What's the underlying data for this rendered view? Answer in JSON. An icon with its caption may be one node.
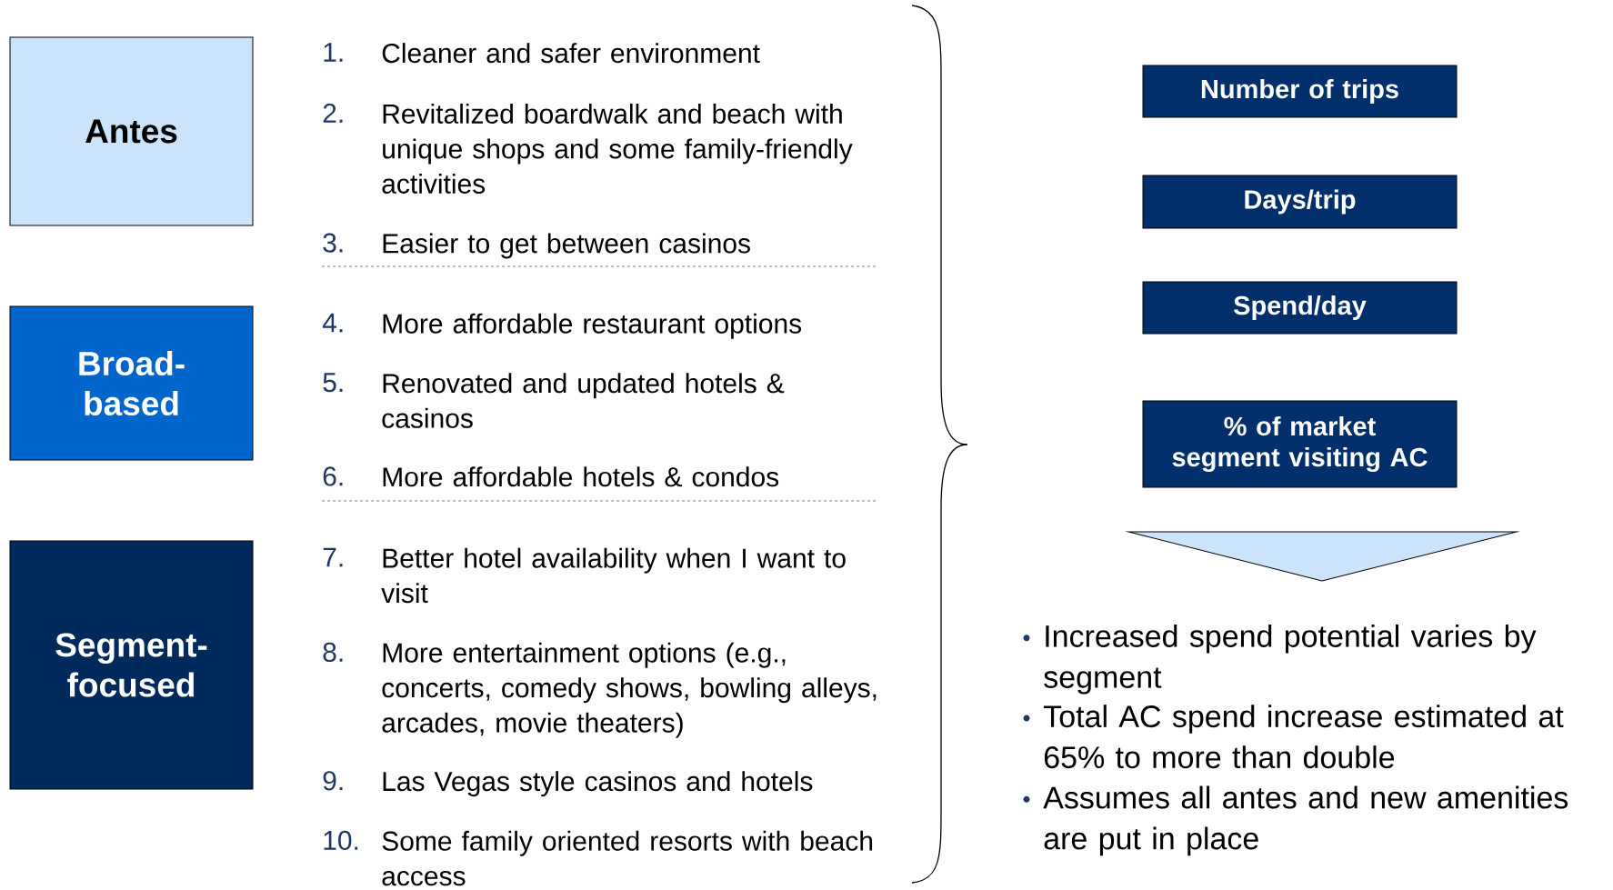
{
  "diagram": {
    "nodes": [
      {
        "text": [
          "Antes"
        ]
      },
      {
        "text": [
          "Broad-based"
        ]
      },
      {
        "text": [
          "Segment-focused"
        ]
      },
      {
        "text": [
          "Number of trips"
        ]
      },
      {
        "text": [
          "Days/trip"
        ]
      },
      {
        "text": [
          "Spend/day"
        ]
      },
      {
        "text": [
          "% of market segment visiting AC"
        ]
      },
      {
        "text": [],
        "shape": "triangle"
      }
    ],
    "edges": [],
    "labels": [
      "1.",
      "Cleaner and safer environment",
      "2.",
      "Revitalized boardwalk and beach with unique shops and some family-friendly activities",
      "3.",
      "Easier to get between casinos",
      "4.",
      "More affordable restaurant options",
      "5.",
      "Renovated and updated hotels & casinos",
      "6.",
      "More affordable hotels & condos",
      "7.",
      "Better hotel availability when I want to visit",
      "8.",
      "More entertainment options (e.g., concerts, comedy shows, bowling alleys, arcades, movie theaters)",
      "9.",
      "Las Vegas style casinos and hotels",
      "10.",
      "Some family oriented resorts with beach access",
      "Increased spend potential varies by segment",
      "Total AC spend increase estimated at 65% to more than double",
      "Assumes all antes and new amenities are put in place"
    ]
  }
}
